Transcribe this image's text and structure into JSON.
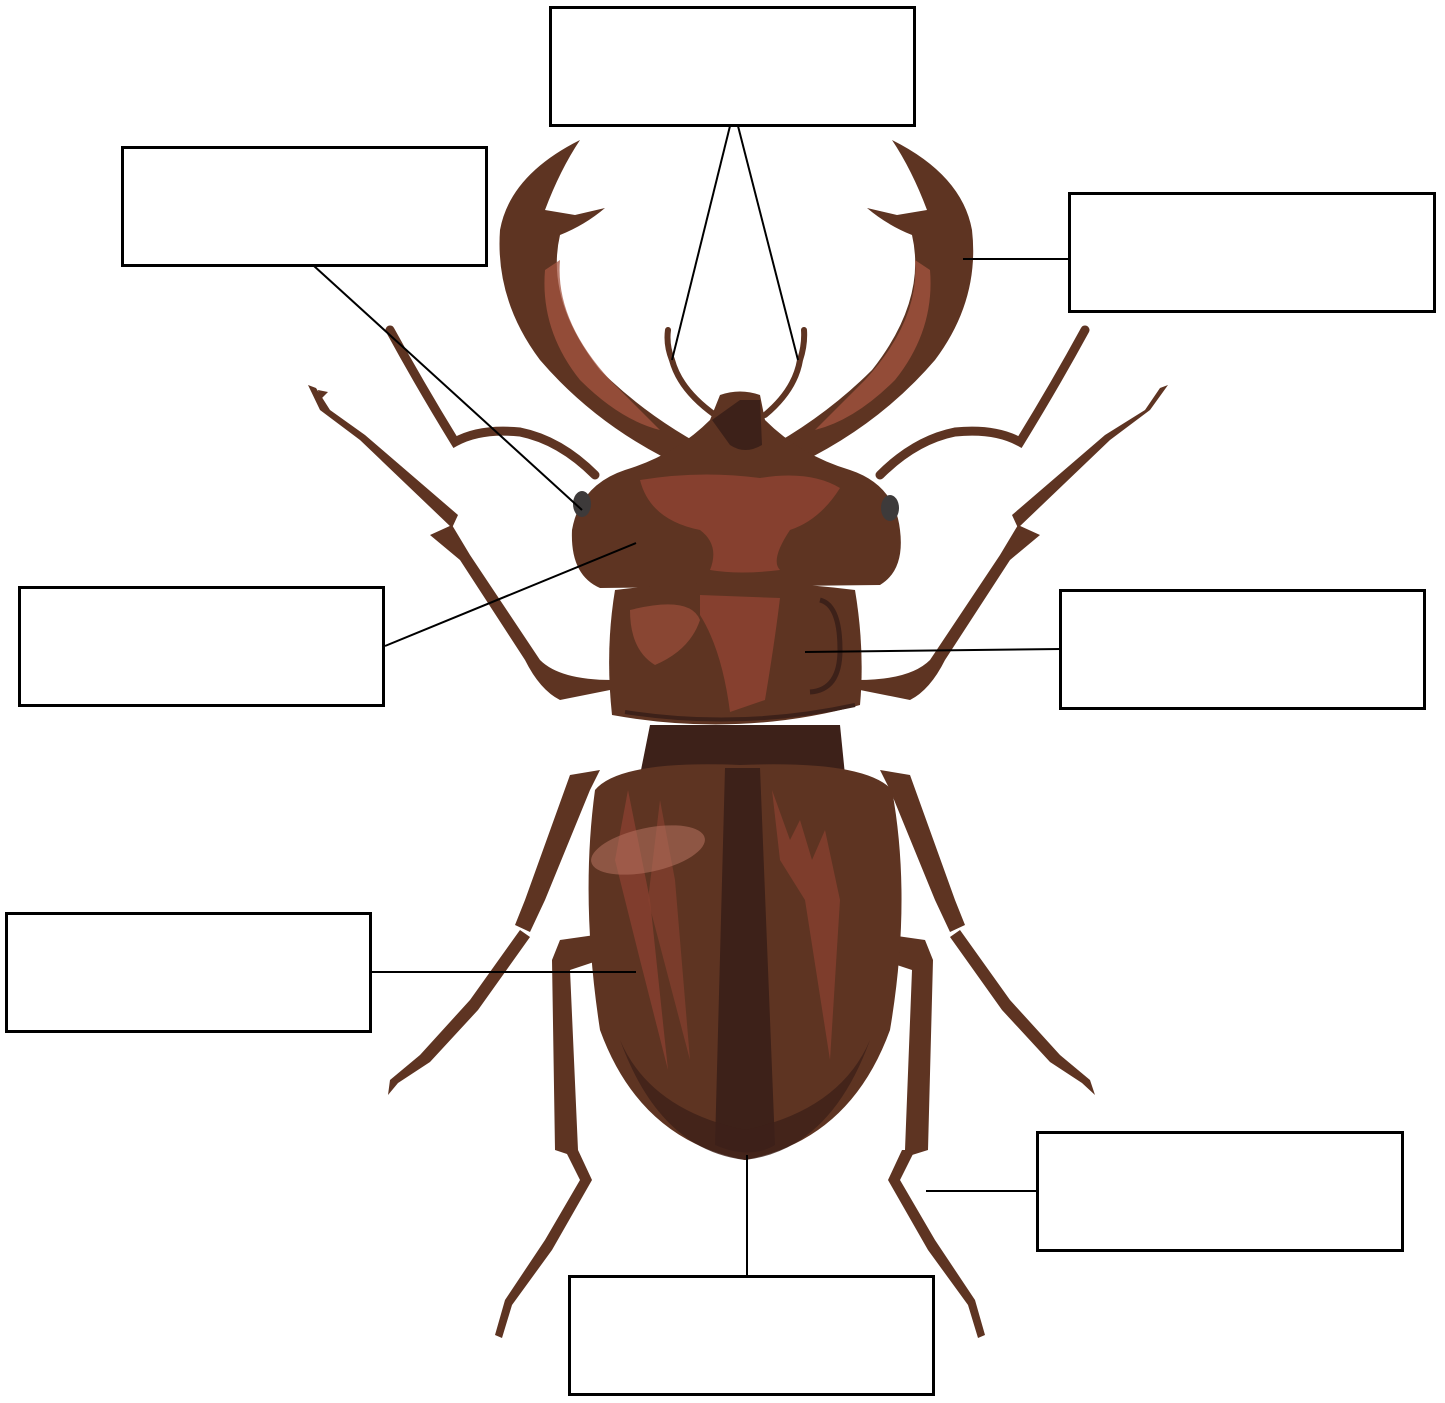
{
  "colors": {
    "body_dark": "#3d2119",
    "body_mid": "#5e3422",
    "body_light": "#86402f",
    "highlight": "#a65440",
    "leader_line": "#000000",
    "box_border": "#000000"
  },
  "labels": [
    {
      "id": "antennae",
      "text": ""
    },
    {
      "id": "eye",
      "text": ""
    },
    {
      "id": "mandible",
      "text": ""
    },
    {
      "id": "head",
      "text": ""
    },
    {
      "id": "thorax",
      "text": ""
    },
    {
      "id": "elytra",
      "text": ""
    },
    {
      "id": "leg",
      "text": ""
    },
    {
      "id": "abdomen",
      "text": ""
    }
  ]
}
